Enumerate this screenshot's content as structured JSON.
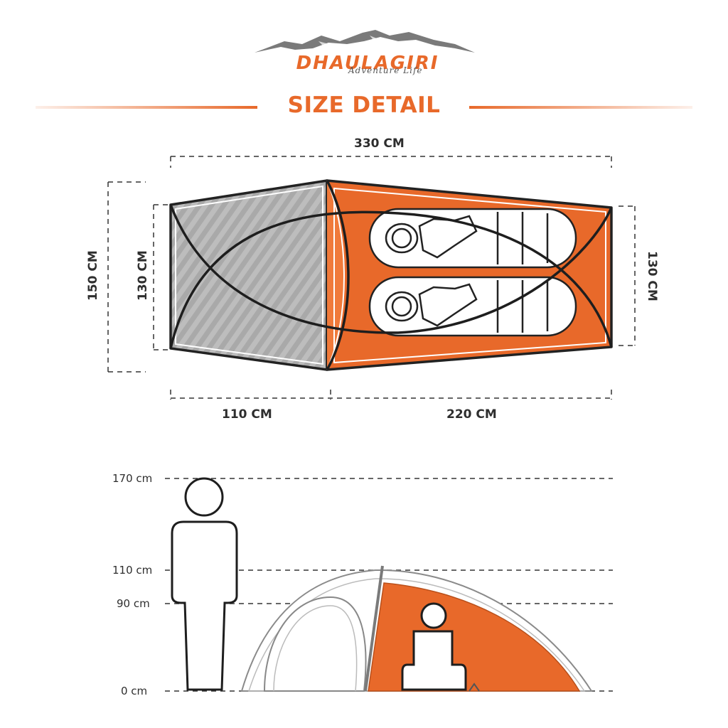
{
  "logo": {
    "brand": "DHAULAGIRI",
    "tagline": "Adventure Life",
    "accent": "#e8692a"
  },
  "title": "SIZE DETAIL",
  "colors": {
    "accent": "#e8692a",
    "vestibule_gray": "#b9b9b9",
    "line": "#222222"
  },
  "floor_plan": {
    "total_length": "330 CM",
    "vestibule_length": "110 CM",
    "inner_length": "220 CM",
    "outer_width": "150 CM",
    "vestibule_width": "130 CM",
    "inner_width": "130 CM"
  },
  "height_scale": {
    "person": "170 cm",
    "tent_peak": "110 cm",
    "inner_height": "90 cm",
    "ground": "0 cm"
  }
}
